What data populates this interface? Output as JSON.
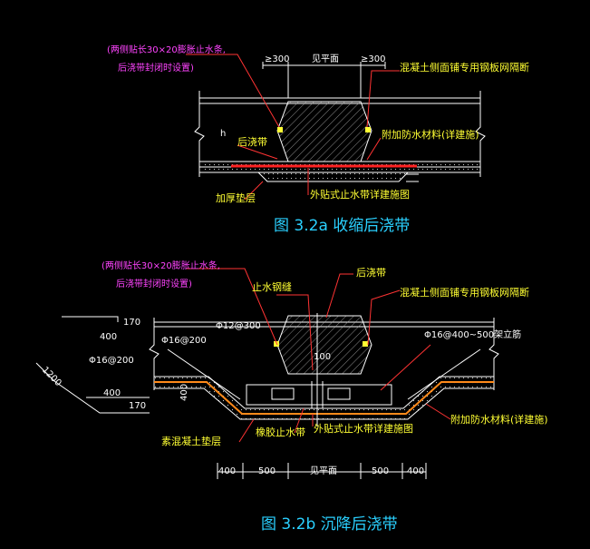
{
  "fig_a": {
    "caption": "图 3.2a  收缩后浇带",
    "note_line1": "(两侧贴长30×20膨胀止水条,",
    "note_line2": "后浇带封闭时设置)",
    "dim_left": "≥300",
    "dim_mid": "见平面",
    "dim_right": "≥300",
    "label_steel_mesh": "混凝土侧面铺专用钢板网隔断",
    "label_post_pour": "后浇带",
    "label_waterproof": "附加防水材料(详建施)",
    "label_waterstop": "外贴式止水带详建施图",
    "label_thick_cushion": "加厚垫层",
    "h_mark": "h"
  },
  "fig_b": {
    "caption": "图 3.2b  沉降后浇带",
    "note_line1": "(两侧贴长30×20膨胀止水条,",
    "note_line2": "后浇带封闭时设置)",
    "label_seam": "止水钢缝",
    "label_post_pour": "后浇带",
    "label_steel_mesh": "混凝土侧面铺专用钢板网隔断",
    "rebar_top": "Φ12@300",
    "rebar_200a": "Φ16@200",
    "rebar_200b": "Φ16@200",
    "rebar_main": "Φ16@400~500架立筋",
    "dim_170_top": "170",
    "dim_400_side": "400",
    "dim_1200": "1200",
    "dim_400_low": "400",
    "dim_170_low": "170",
    "dim_400_v": "400",
    "dim_100": "100",
    "label_cushion": "素混凝土垫层",
    "label_rubber": "橡胶止水带",
    "label_waterstop": "外贴式止水带详建施图",
    "label_waterproof": "附加防水材料(详建施)",
    "bottom_dims": [
      "400",
      "500",
      "见平面",
      "500",
      "400"
    ]
  }
}
